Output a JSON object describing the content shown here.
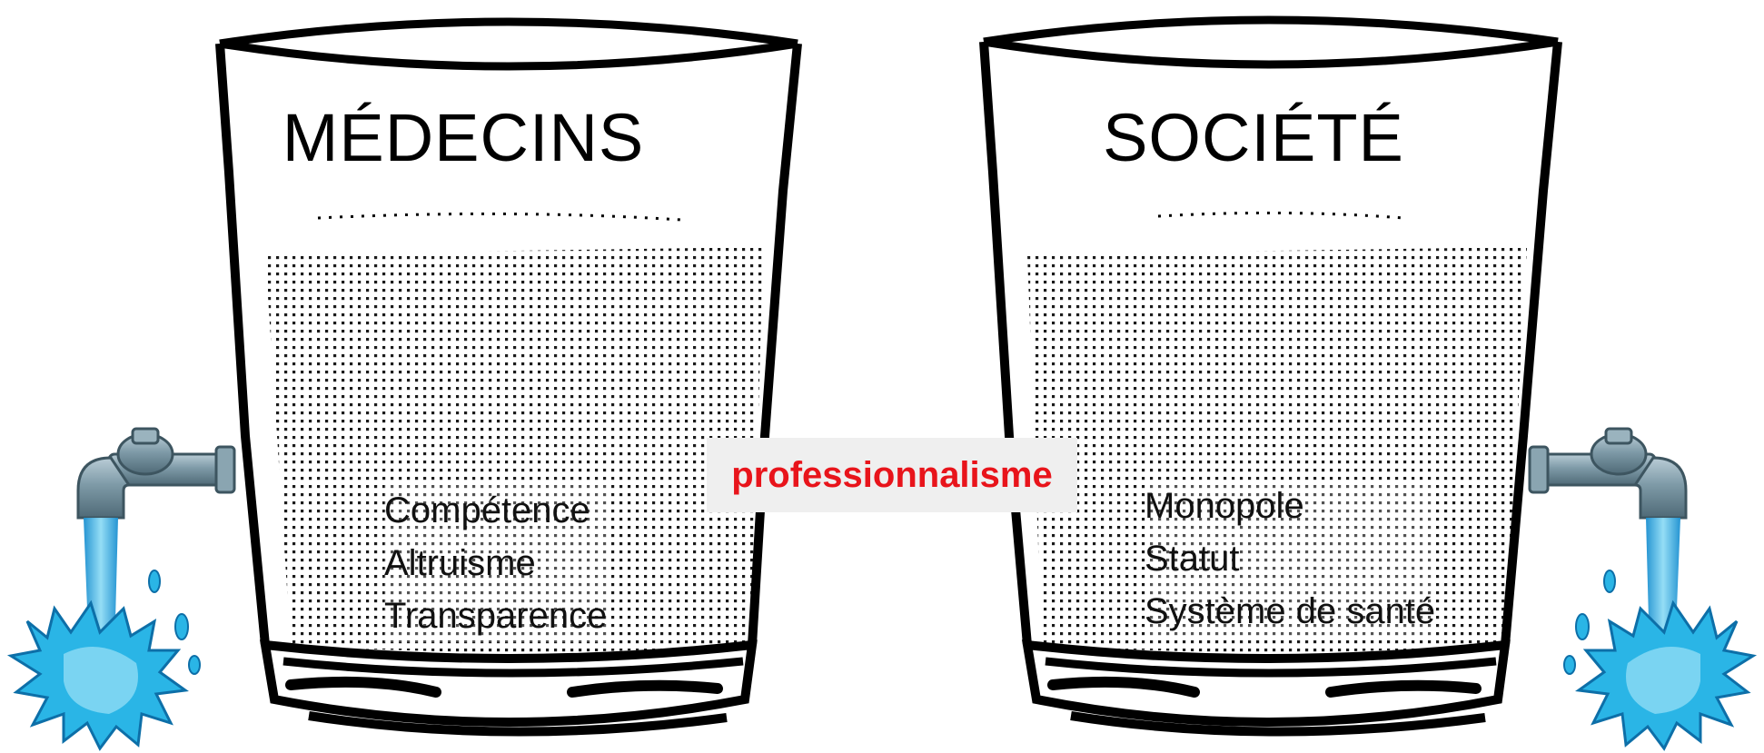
{
  "diagram": {
    "left_glass": {
      "title": "MÉDECINS",
      "items": [
        "Compétence",
        "Altruisme",
        "Transparence"
      ]
    },
    "right_glass": {
      "title": "SOCIÉTÉ",
      "items": [
        "Monopole",
        "Statut",
        "Système de santé"
      ]
    },
    "center_label": "professionnalisme"
  },
  "colors": {
    "outline": "#000000",
    "water": "#2ab5e6",
    "water_light": "#8fdcf5",
    "faucet": "#7e9aa7",
    "label_text": "#e8141b",
    "label_bg": "#efefef"
  },
  "icons": [
    "glass-icon",
    "faucet-icon",
    "water-splash-icon"
  ]
}
